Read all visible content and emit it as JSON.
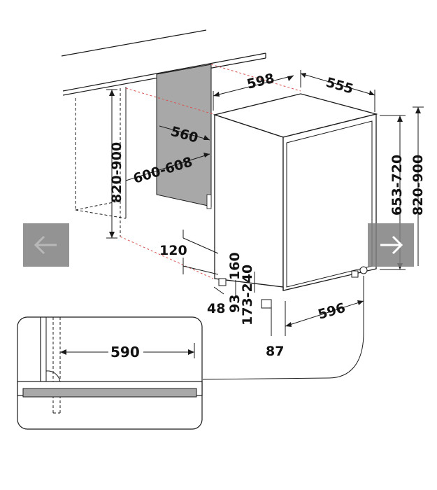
{
  "diagram": {
    "dimensions": {
      "width_device": "598",
      "depth_device": "555",
      "niche_depth": "560",
      "niche_width": "600-608",
      "niche_height": "820-900",
      "device_height_range": "653-720",
      "device_total_height": "820-900",
      "door_clearance": "120",
      "foot_48": "48",
      "foot_93": "93",
      "foot_160": "160",
      "plinth_range": "173-240",
      "width_front": "596",
      "foot_87": "87",
      "detail_width": "590"
    }
  },
  "nav": {
    "prev_icon": "arrow-left-icon",
    "next_icon": "arrow-right-icon"
  },
  "colors": {
    "line": "#1a1a1a",
    "hidden_red": "#d9534f",
    "panel_gray": "#a8a8a8",
    "nav_bg": "#808080"
  }
}
